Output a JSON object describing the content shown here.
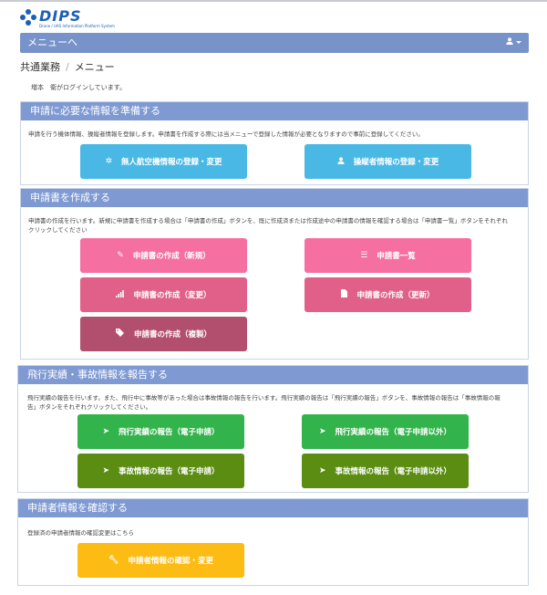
{
  "logo": {
    "word": "DIPS",
    "sub": "Drone / UAS Information Platform System"
  },
  "navbar": {
    "title": "メニューへ"
  },
  "breadcrumb": {
    "root": "共通業務",
    "separator": "/",
    "current": "メニュー"
  },
  "login_message": "増本　衛がログインしています。",
  "sections": {
    "prepare": {
      "title": "申請に必要な情報を準備する",
      "description": "申請を行う機体情報、操縦者情報を登録します。申請書を作成する際には当メニューで登録した情報が必要となりますので事前に登録してください。",
      "buttons": {
        "aircraft": {
          "label": "無人航空機情報の登録・変更",
          "icon": "gear-icon"
        },
        "pilot": {
          "label": "操縦者情報の登録・変更",
          "icon": "user-icon"
        }
      }
    },
    "create": {
      "title": "申請書を作成する",
      "description": "申請書の作成を行います。新規に申請書を作成する場合は「申請書の作成」ボタンを、既に作成済または作成途中の申請書の情報を確認する場合は「申請書一覧」ボタンをそれぞれクリックしてください",
      "buttons": {
        "new": {
          "label": "申請書の作成（新規）",
          "icon": "pencil-icon"
        },
        "list": {
          "label": "申請書一覧",
          "icon": "list-icon"
        },
        "change": {
          "label": "申請書の作成（変更）",
          "icon": "bar-chart-icon"
        },
        "renew": {
          "label": "申請書の作成（更新）",
          "icon": "file-icon"
        },
        "copy": {
          "label": "申請書の作成（複製）",
          "icon": "tags-icon"
        }
      }
    },
    "report": {
      "title": "飛行実績・事故情報を報告する",
      "description": "飛行実績の報告を行います。また、飛行中に事故等があった場合は事故情報の報告を行います。飛行実績の報告は「飛行実績の報告」ボタンを、事故情報の報告は「事故情報の報告」ボタンをそれぞれクリックしてください。",
      "buttons": {
        "flight_e": {
          "label": "飛行実績の報告（電子申請）",
          "icon": "send-icon"
        },
        "flight_other": {
          "label": "飛行実績の報告（電子申請以外）",
          "icon": "send-icon"
        },
        "accident_e": {
          "label": "事故情報の報告（電子申請）",
          "icon": "send-icon"
        },
        "accident_other": {
          "label": "事故情報の報告（電子申請以外）",
          "icon": "send-icon"
        }
      }
    },
    "applicant": {
      "title": "申請者情報を確認する",
      "description": "登録済の申請者情報の確認変更はこちら",
      "buttons": {
        "confirm": {
          "label": "申請者情報の確認・変更",
          "icon": "wrench-icon"
        }
      }
    }
  },
  "colors": {
    "navbar": "#7893c9",
    "panel_header": "#7f9ad2",
    "sky": "#4ab8e4",
    "pink": "#f56fa0",
    "rose": "#e0608a",
    "plum": "#b34f6e",
    "green": "#32b34b",
    "olive": "#5b8d12",
    "gold": "#fdbc13"
  }
}
